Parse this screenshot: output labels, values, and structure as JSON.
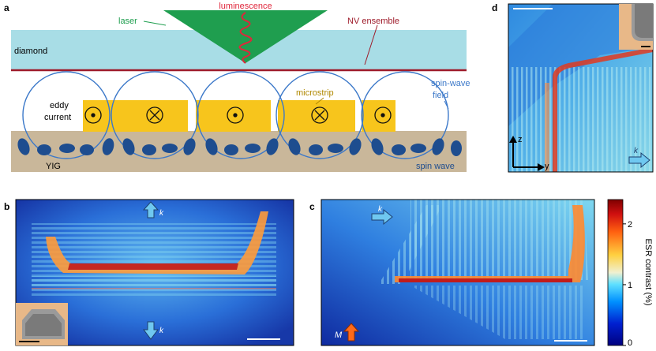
{
  "panel_a": {
    "letter": "a",
    "luminescence": "luminescence",
    "laser": "laser",
    "nv_ensemble": "NV ensemble",
    "diamond": "diamond",
    "microstrip": "microstrip",
    "eddy_current_line1": "eddy",
    "eddy_current_line2": "current",
    "spin_wave_field_line1": "spin-wave",
    "spin_wave_field_line2": "field",
    "yig": "YIG",
    "spin_wave": "spin wave",
    "colors": {
      "diamond": "#a8dde6",
      "laser": "#1f9e4f",
      "luminescence": "#e0263b",
      "nv_line": "#9e1b2a",
      "microstrip": "#f7c51c",
      "yig": "#c9b79a",
      "field_lines": "#3b78c9",
      "spins": "#1e4d8f"
    }
  },
  "panel_b": {
    "letter": "b",
    "k_top": "k",
    "k_bottom": "k"
  },
  "panel_c": {
    "letter": "c",
    "k": "k",
    "m": "M"
  },
  "panel_d": {
    "letter": "d",
    "axis_z": "z",
    "axis_y": "y",
    "k": "k"
  },
  "colorbar": {
    "title": "ESR contrast (%)",
    "ticks": [
      "2",
      "1",
      "0"
    ],
    "tick_values": [
      2,
      1,
      0
    ],
    "range": [
      0,
      2.4
    ],
    "colormap": "jet"
  }
}
